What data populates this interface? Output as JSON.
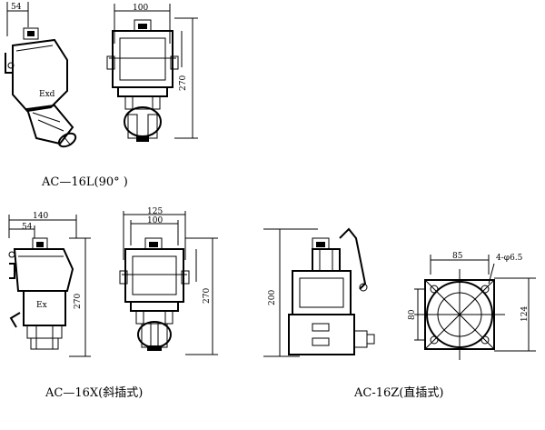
{
  "captions": {
    "ac16l": "AC—16L(90° )",
    "ac16x": "AC—16X(斜插式)",
    "ac16z": "AC-16Z(直插式)"
  },
  "dims": {
    "l_top_54": "54",
    "l_top_100": "100",
    "l_270": "270",
    "l_exd": "Exd",
    "x_140": "140",
    "x_54": "54",
    "x_270_side": "270",
    "x_ex": "Ex",
    "x_125": "125",
    "x_100": "100",
    "x_270_front": "270",
    "z_200": "200",
    "z_85": "85",
    "z_holes": "4-φ6.5",
    "z_80": "80",
    "z_124": "124"
  }
}
